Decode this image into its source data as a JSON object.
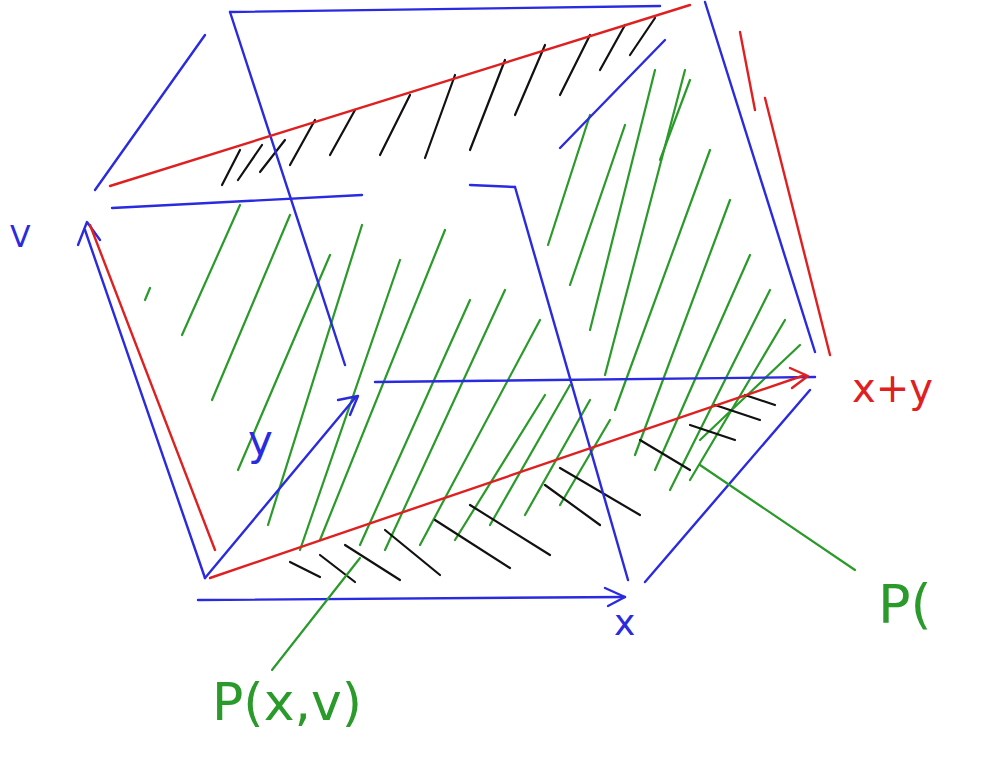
{
  "diagram": {
    "labels": [
      "V",
      "y",
      "x",
      "x+y",
      "P(x,v)",
      "P("
    ]
  }
}
